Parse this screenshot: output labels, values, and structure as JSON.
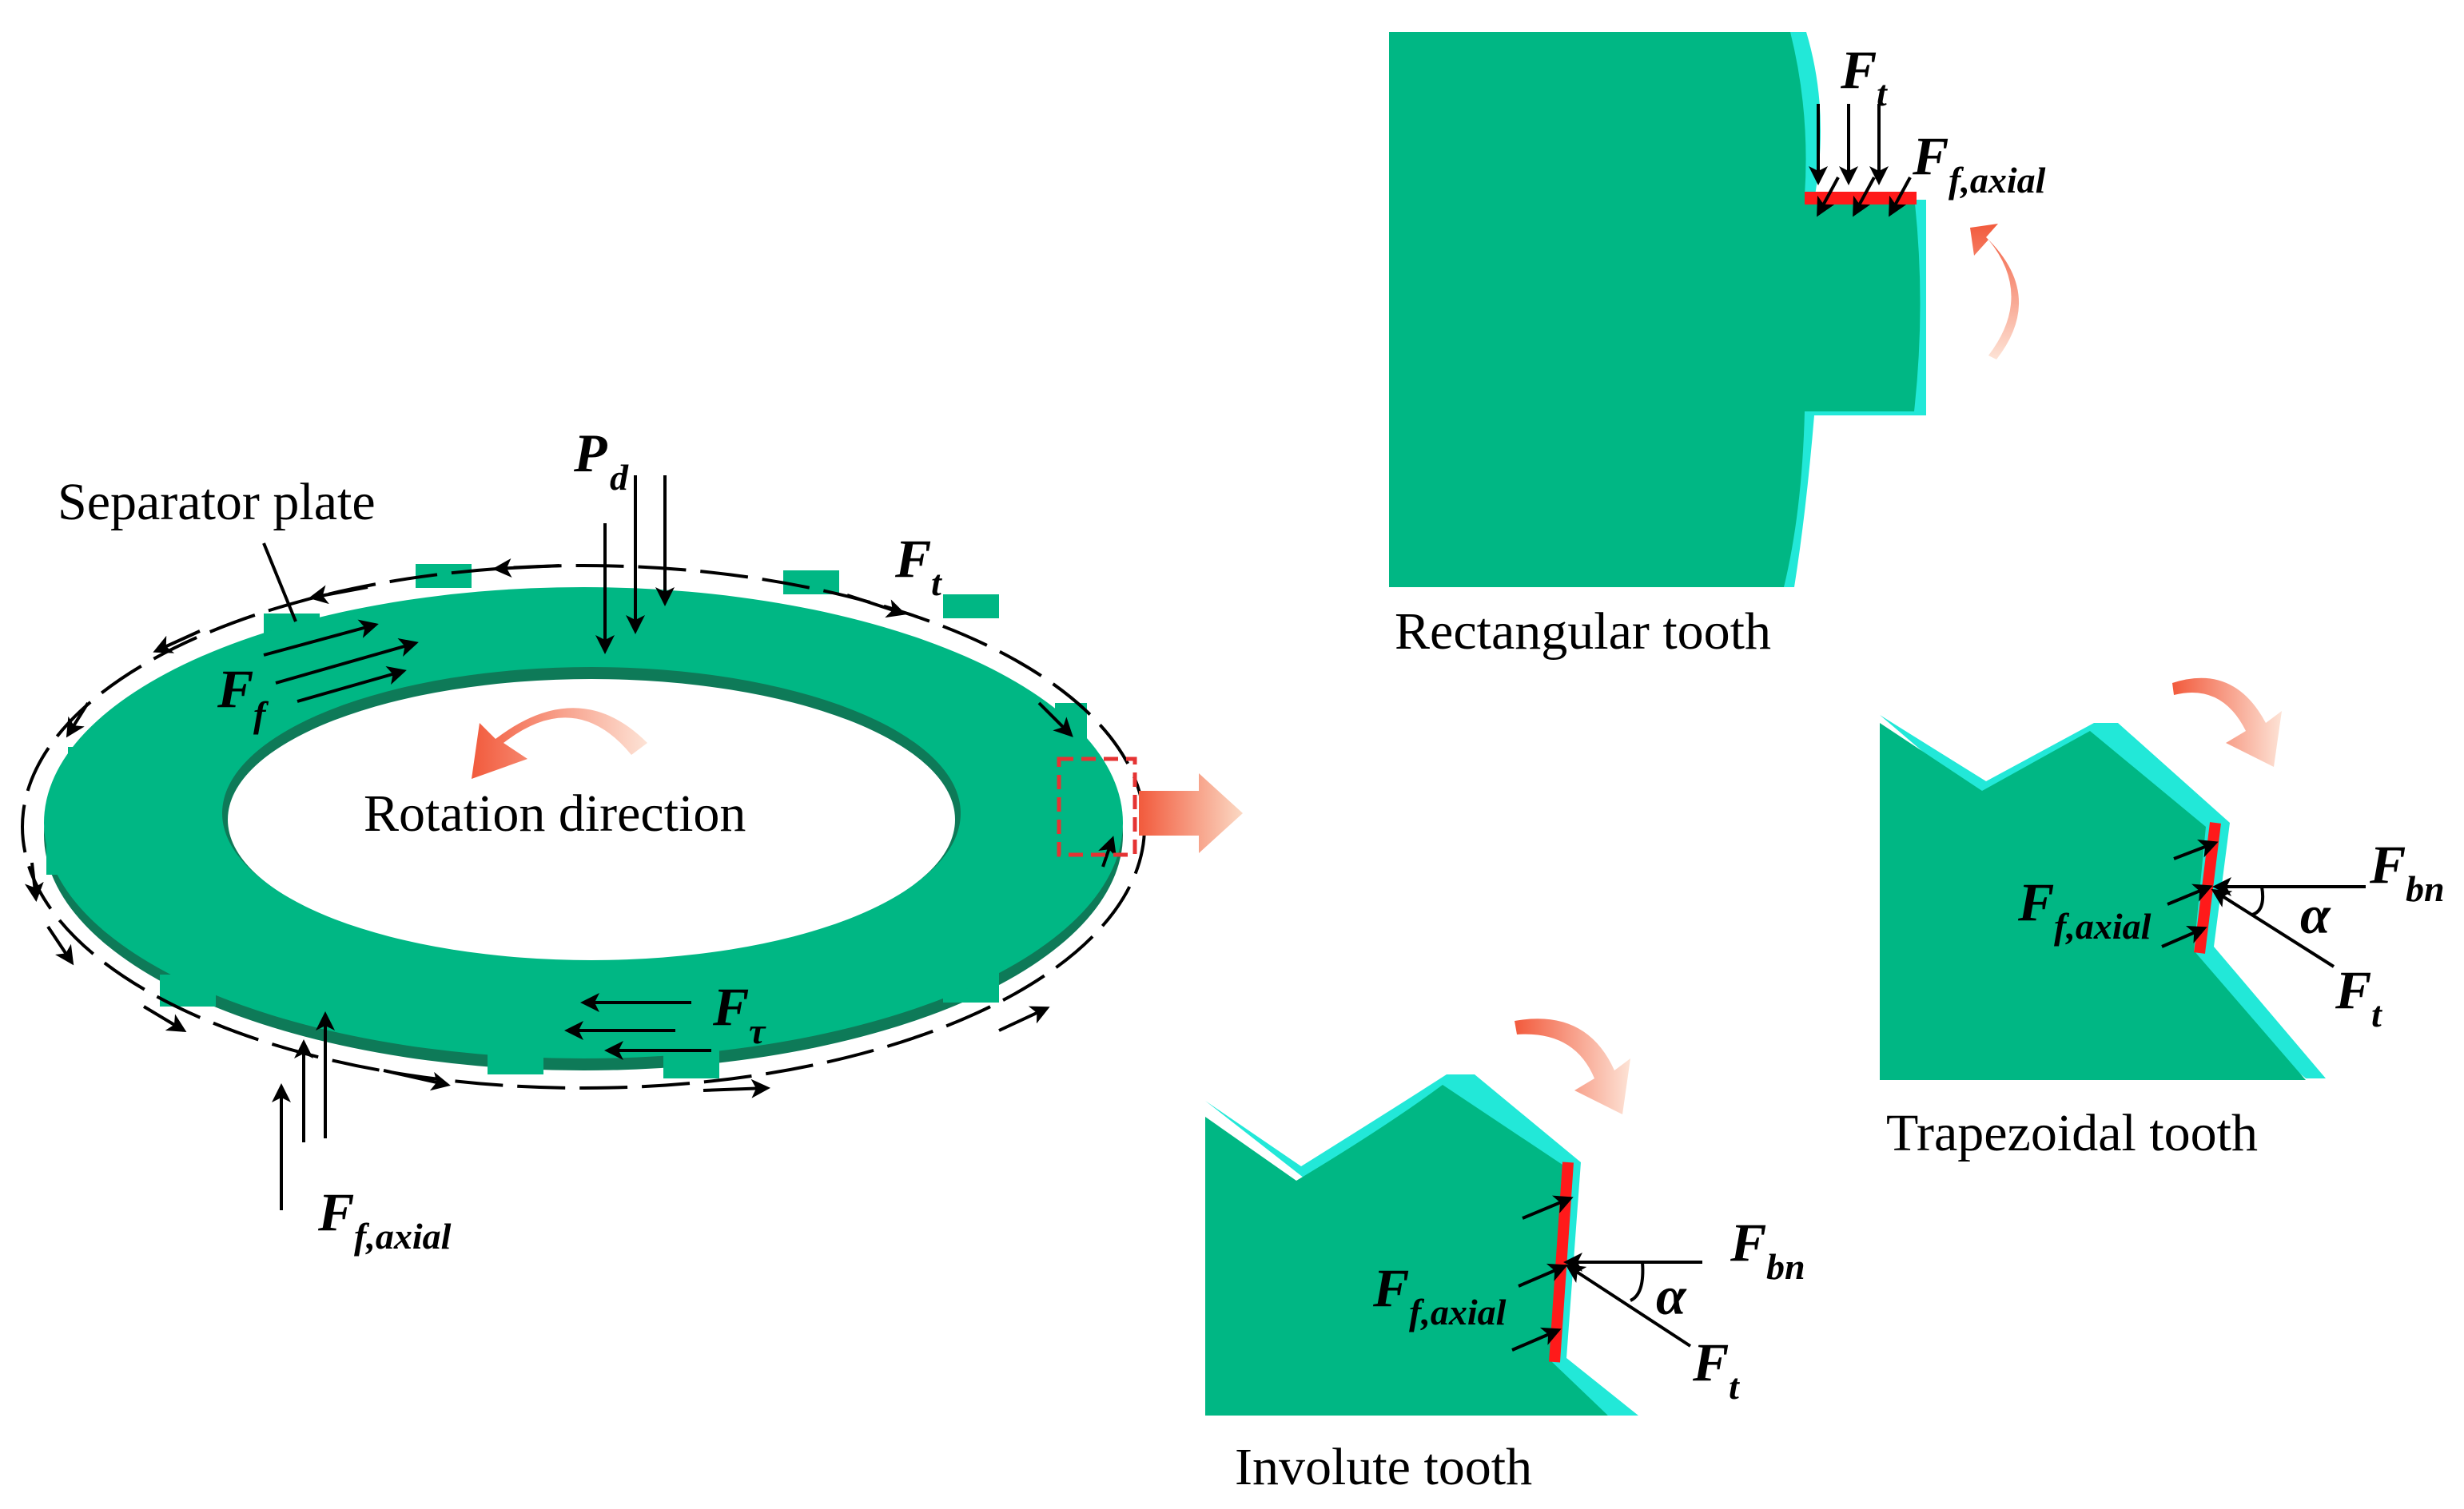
{
  "labels": {
    "separator_plate": "Separator plate",
    "rotation_direction": "Rotation direction",
    "rectangular_tooth": "Rectangular tooth",
    "trapezoidal_tooth": "Trapezoidal tooth",
    "involute_tooth": "Involute tooth"
  },
  "symbols": {
    "F": "F",
    "P": "P",
    "sub_d": "d",
    "sub_t": "t",
    "sub_f": "f",
    "sub_tau": "τ",
    "sub_f_axial": "f,axial",
    "sub_bn": "bn",
    "alpha": "α"
  },
  "colors": {
    "plate_green": "#00b784",
    "plate_edge": "#0e7a58",
    "tooth_edge_cyan": "#22e8d8",
    "contact_red": "#ff1a1a",
    "rotation_arrow": "#f06a50",
    "callout_box": "#e53333"
  }
}
